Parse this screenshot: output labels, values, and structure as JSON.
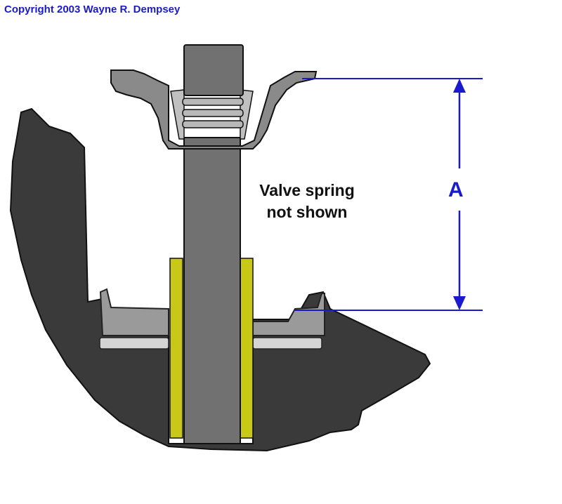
{
  "copyright": "Copyright 2003 Wayne R. Dempsey",
  "note": {
    "line1": "Valve spring",
    "line2": "not shown"
  },
  "dimension": {
    "label": "A"
  },
  "colors": {
    "head_casting": "#3a3a3a",
    "valve_stem": "#717171",
    "valve_guide": "#c8c816",
    "retainer": "#8a8a8a",
    "keepers": "#c0c0c0",
    "spring_seat": "#9a9a9a",
    "shim": "#d4d4d4",
    "dimension_line": "#1a1acc",
    "copyright_text": "#1a1acc"
  }
}
